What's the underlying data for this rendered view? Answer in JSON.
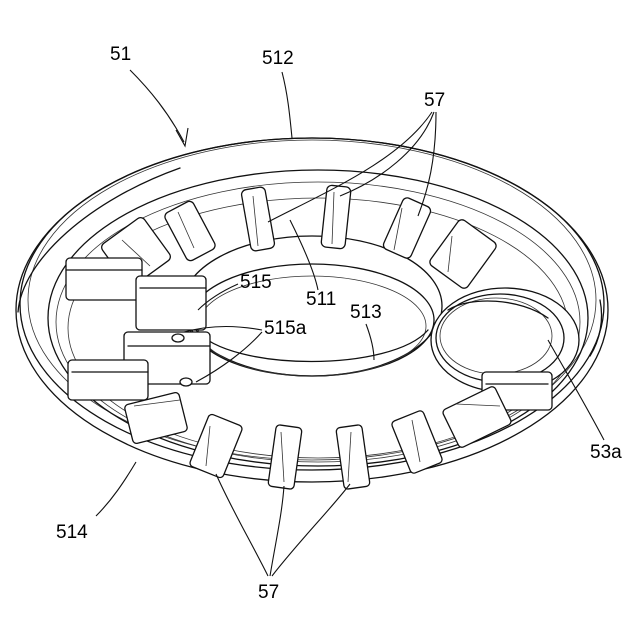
{
  "figure": {
    "labels": {
      "ref_51": "51",
      "ref_512": "512",
      "ref_57_top": "57",
      "ref_515": "515",
      "ref_511": "511",
      "ref_513": "513",
      "ref_515a": "515a",
      "ref_53a": "53a",
      "ref_514": "514",
      "ref_57_bottom": "57"
    }
  }
}
